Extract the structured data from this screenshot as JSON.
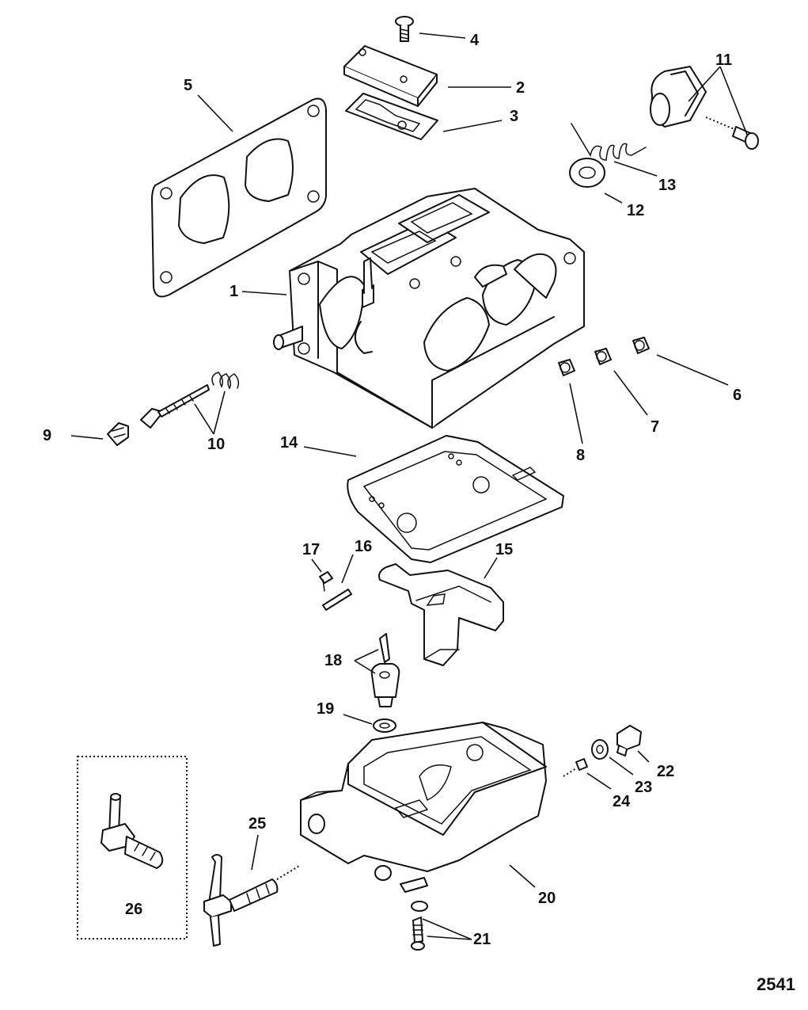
{
  "callouts": {
    "c1": "1",
    "c2": "2",
    "c3": "3",
    "c4": "4",
    "c5": "5",
    "c6": "6",
    "c7": "7",
    "c8": "8",
    "c9": "9",
    "c10": "10",
    "c11": "11",
    "c12": "12",
    "c13": "13",
    "c14": "14",
    "c15": "15",
    "c16": "16",
    "c17": "17",
    "c18": "18",
    "c19": "19",
    "c20": "20",
    "c21": "21",
    "c22": "22",
    "c23": "23",
    "c24": "24",
    "c25": "25",
    "c26": "26"
  },
  "figure_number": "2541"
}
